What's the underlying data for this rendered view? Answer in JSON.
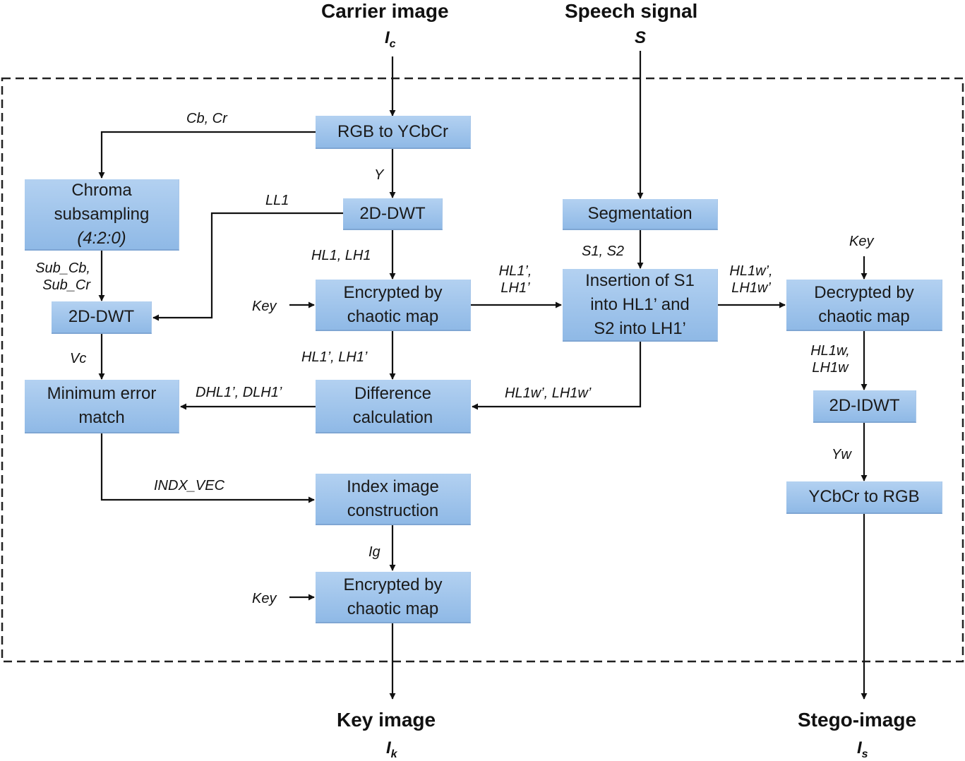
{
  "titles": {
    "carrier_image": "Carrier image",
    "speech_signal": "Speech signal",
    "key_image": "Key image",
    "stego_image": "Stego-image"
  },
  "symbols": {
    "carrier_base": "I",
    "carrier_sub": "c",
    "speech": "S",
    "key_image_base": "I",
    "key_image_sub": "k",
    "stego_base": "I",
    "stego_sub": "s"
  },
  "boxes": {
    "rgb_to_ycbcr": "RGB to YCbCr",
    "chroma_line1": "Chroma",
    "chroma_line2": "subsampling",
    "chroma_line3": "(4:2:0)",
    "dwt_main": "2D-DWT",
    "dwt_chroma": "2D-DWT",
    "encrypt1_line1": "Encrypted by",
    "encrypt1_line2": "chaotic map",
    "segmentation": "Segmentation",
    "insertion_line1": "Insertion of S1",
    "insertion_line2": "into HL1’ and",
    "insertion_line3": "S2 into LH1’",
    "decrypt_line1": "Decrypted by",
    "decrypt_line2": "chaotic map",
    "min_error_line1": "Minimum error",
    "min_error_line2": "match",
    "diff_line1": "Difference",
    "diff_line2": "calculation",
    "idwt": "2D-IDWT",
    "ycbcr_to_rgb": "YCbCr to RGB",
    "index_line1": "Index image",
    "index_line2": "construction",
    "encrypt2_line1": "Encrypted by",
    "encrypt2_line2": "chaotic map"
  },
  "labels": {
    "cb_cr": "Cb, Cr",
    "y": "Y",
    "ll1": "LL1",
    "sub_cb": "Sub_Cb,",
    "sub_cr": "Sub_Cr",
    "hl1_lh1": "HL1, LH1",
    "key_encrypt1": "Key",
    "hl1p": "HL1’,",
    "lh1p": "LH1’",
    "s1_s2": "S1, S2",
    "hl1w_lh1w_top": "HL1w’,",
    "hl1w_lh1w_bottom": "LH1w’",
    "key_decrypt": "Key",
    "vc": "Vc",
    "hl1p_lh1p": "HL1’, LH1’",
    "dhl1_dlh1": "DHL1’, DLH1’",
    "hl1w_lh1w_return": "HL1w’, LH1w’",
    "hl1w": "HL1w,",
    "lh1w": "LH1w",
    "yw": "Yw",
    "indx_vec": "INDX_VEC",
    "ig": "Ig",
    "key_encrypt2": "Key"
  }
}
